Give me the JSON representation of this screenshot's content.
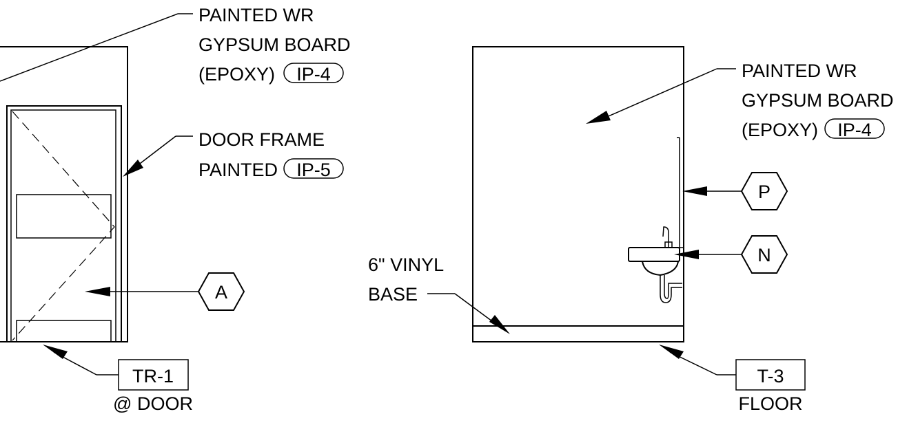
{
  "left_elevation": {
    "wall_callout": {
      "line1": "PAINTED WR",
      "line2": "GYPSUM BOARD",
      "line3": "(EPOXY)",
      "tag": "IP-4"
    },
    "frame_callout": {
      "line1": "DOOR FRAME",
      "line2": "PAINTED",
      "tag": "IP-5"
    },
    "door_tag": "A",
    "floor_tag": "TR-1",
    "floor_note": "@ DOOR"
  },
  "right_elevation": {
    "wall_callout": {
      "line1": "PAINTED WR",
      "line2": "GYPSUM BOARD",
      "line3": "(EPOXY)",
      "tag": "IP-4"
    },
    "tag_p": "P",
    "tag_n": "N",
    "base_callout": {
      "line1": "6\" VINYL",
      "line2": "BASE"
    },
    "floor_tag": "T-3",
    "floor_note": "FLOOR"
  }
}
